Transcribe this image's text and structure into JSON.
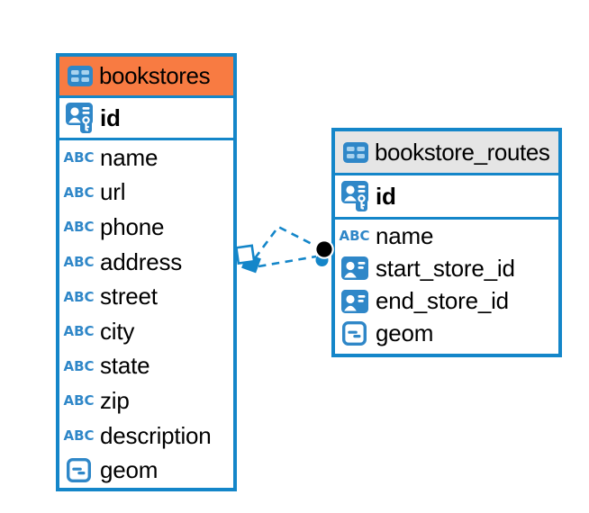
{
  "colors": {
    "accent_blue": "#1486C9",
    "icon_blue": "#2F87C8",
    "icon_cell_light_blue": "#A8D2EE",
    "bookstores_header_orange": "#F87B42",
    "routes_header_gray": "#E5E5E5",
    "text": "#000000",
    "canvas": "#FFFFFF",
    "relationship_dot": "#000000"
  },
  "icons": {
    "table_icon": "blue grid table",
    "primary_key_icon": "person card with key",
    "foreign_key_icon": "person card",
    "text_type_icon_label": "ABC",
    "geometry_type_icon": "square with dashes"
  },
  "tables": [
    {
      "name": "bookstores",
      "header_color": "#F87B42",
      "columns": [
        {
          "name": "id",
          "type": "primary-key"
        },
        {
          "name": "name",
          "type": "text"
        },
        {
          "name": "url",
          "type": "text"
        },
        {
          "name": "phone",
          "type": "text"
        },
        {
          "name": "address",
          "type": "text"
        },
        {
          "name": "street",
          "type": "text"
        },
        {
          "name": "city",
          "type": "text"
        },
        {
          "name": "state",
          "type": "text"
        },
        {
          "name": "zip",
          "type": "text"
        },
        {
          "name": "description",
          "type": "text"
        },
        {
          "name": "geom",
          "type": "geometry"
        }
      ]
    },
    {
      "name": "bookstore_routes",
      "header_color": "#E5E5E5",
      "columns": [
        {
          "name": "id",
          "type": "primary-key"
        },
        {
          "name": "name",
          "type": "text"
        },
        {
          "name": "start_store_id",
          "type": "foreign-key"
        },
        {
          "name": "end_store_id",
          "type": "foreign-key"
        },
        {
          "name": "geom",
          "type": "geometry"
        }
      ]
    }
  ],
  "relationship": {
    "source_table": "bookstores",
    "target_table": "bookstore_routes",
    "line_style": "dashed",
    "line_count": 2,
    "source_marker": "overlapping-squares",
    "target_marker": "filled-black-dot-over-blue-dot"
  }
}
